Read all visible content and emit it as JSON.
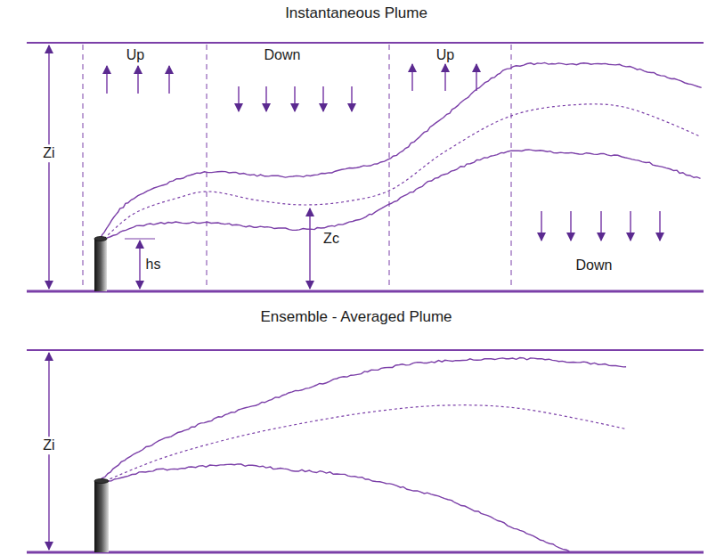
{
  "diagram": {
    "labels": [
      "Instantaneous Plume",
      "Zi",
      "Up",
      "Down",
      "Up",
      "hs",
      "Zc",
      "Down",
      "Ensemble - Averaged Plume",
      "Zi"
    ]
  }
}
